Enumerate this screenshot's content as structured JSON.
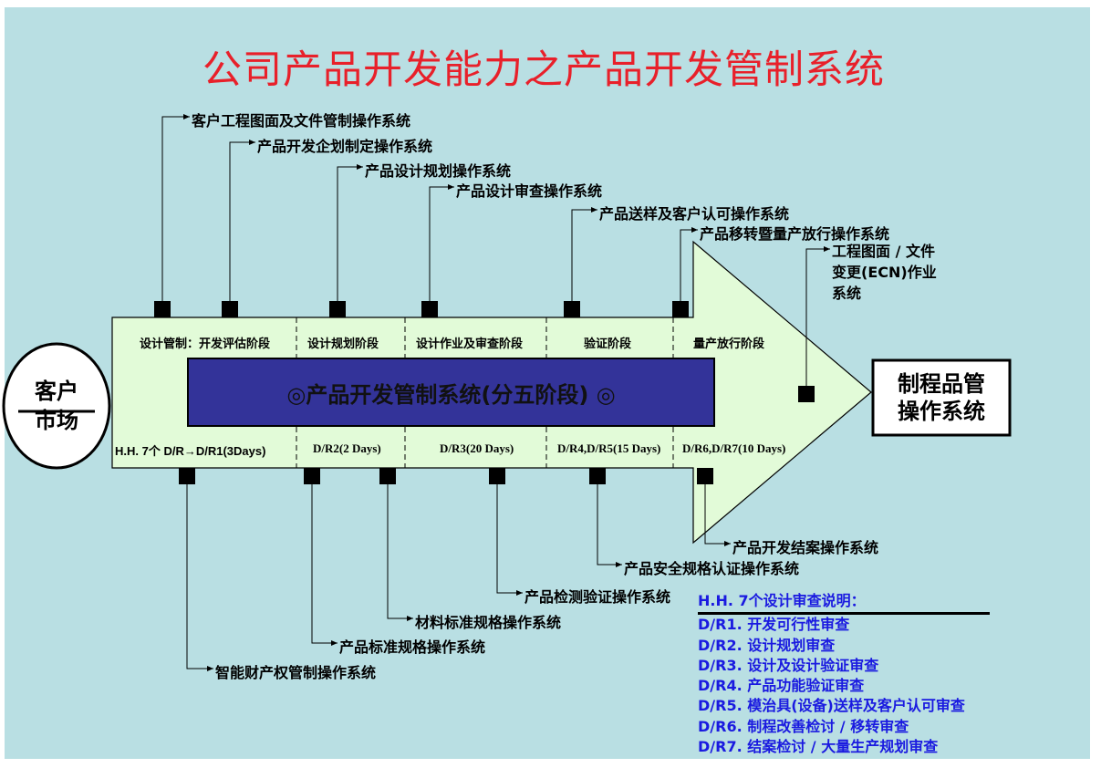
{
  "title": "公司产品开发能力之产品开发管制系统",
  "customer": {
    "line1": "客户",
    "line2": "市场"
  },
  "center_label": "◎产品开发管制系统(分五阶段) ◎",
  "process_box": {
    "line1": "制程品管",
    "line2": "操作系统"
  },
  "phases": [
    "设计管制：开发评估阶段",
    "设计规划阶段",
    "设计作业及审查阶段",
    "验证阶段",
    "量产放行阶段"
  ],
  "reviews": [
    "H.H. 7个 D/R→D/R1(3Days)",
    "D/R2(2 Days)",
    "D/R3(20 Days)",
    "D/R4,D/R5(15 Days)",
    "D/R6,D/R7(10 Days)"
  ],
  "top_systems": [
    "客户工程图面及文件管制操作系统",
    "产品开发企划制定操作系统",
    "产品设计规划操作系统",
    "产品设计审查操作系统",
    "产品送样及客户认可操作系统",
    "产品移转暨量产放行操作系统"
  ],
  "ecn_system": [
    "工程图面 / 文件",
    "变更(ECN)作业",
    "系统"
  ],
  "bottom_systems": [
    "智能财产权管制操作系统",
    "产品标准规格操作系统",
    "材料标准规格操作系统",
    "产品检测验证操作系统",
    "产品安全规格认证操作系统",
    "产品开发结案操作系统"
  ],
  "legend": {
    "heading": "H.H. 7个设计审查说明：",
    "items": [
      "D/R1. 开发可行性审查",
      "D/R2. 设计规划审查",
      "D/R3. 设计及设计验证审查",
      "D/R4. 产品功能验证审查",
      "D/R5. 模治具(设备)送样及客户认可审查",
      "D/R6. 制程改善检讨 / 移转审查",
      "D/R7. 结案检讨 / 大量生产规划审查"
    ]
  },
  "colors": {
    "background": "#b9dfe3",
    "arrow_fill": "#e2fbd8",
    "center_box": "#333399",
    "title": "#e8202a",
    "legend_text": "#1a1ae0"
  }
}
